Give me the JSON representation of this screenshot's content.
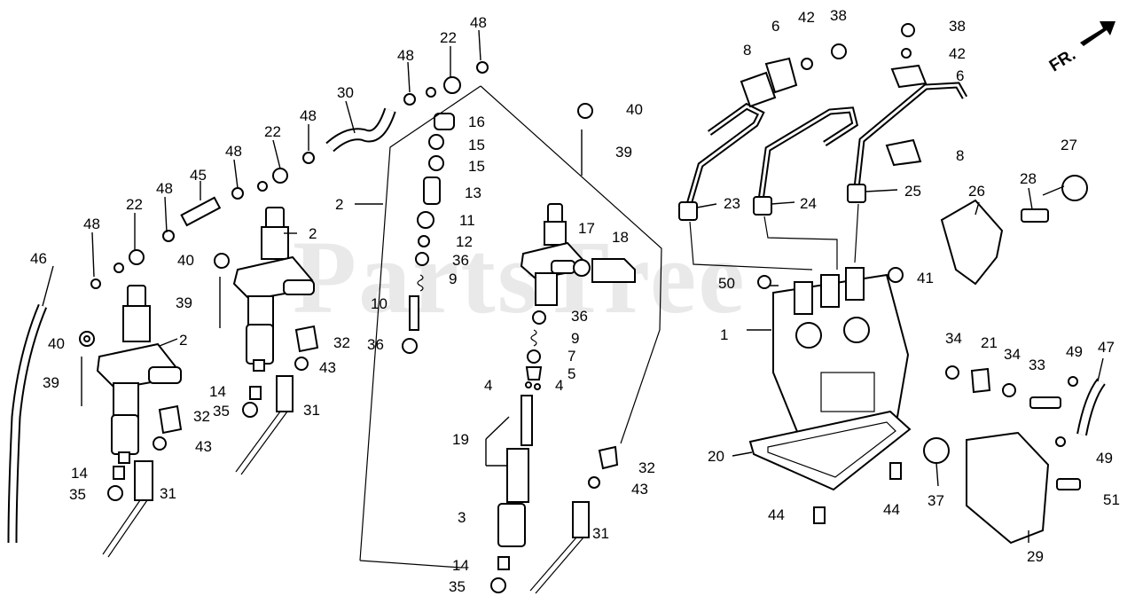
{
  "watermark": "PartsTree",
  "direction_label": "FR.",
  "callouts": {
    "c1": "1",
    "c2a": "2",
    "c2b": "2",
    "c2c": "2",
    "c3": "3",
    "c4a": "4",
    "c4b": "4",
    "c5": "5",
    "c6a": "6",
    "c6b": "6",
    "c7": "7",
    "c8a": "8",
    "c8b": "8",
    "c9a": "9",
    "c9b": "9",
    "c10": "10",
    "c11": "11",
    "c12": "12",
    "c13": "13",
    "c14a": "14",
    "c14b": "14",
    "c14c": "14",
    "c15a": "15",
    "c15b": "15",
    "c16": "16",
    "c17": "17",
    "c18": "18",
    "c19": "19",
    "c20": "20",
    "c21": "21",
    "c22a": "22",
    "c22b": "22",
    "c22c": "22",
    "c23": "23",
    "c24": "24",
    "c25": "25",
    "c26": "26",
    "c27": "27",
    "c28": "28",
    "c29": "29",
    "c30": "30",
    "c31a": "31",
    "c31b": "31",
    "c31c": "31",
    "c32a": "32",
    "c32b": "32",
    "c32c": "32",
    "c33": "33",
    "c34a": "34",
    "c34b": "34",
    "c35a": "35",
    "c35b": "35",
    "c35c": "35",
    "c36a": "36",
    "c36b": "36",
    "c36c": "36",
    "c37": "37",
    "c38a": "38",
    "c38b": "38",
    "c39a": "39",
    "c39b": "39",
    "c39c": "39",
    "c40a": "40",
    "c40b": "40",
    "c40c": "40",
    "c41": "41",
    "c42a": "42",
    "c42b": "42",
    "c43a": "43",
    "c43b": "43",
    "c43c": "43",
    "c44a": "44",
    "c44b": "44",
    "c45": "45",
    "c46": "46",
    "c47": "47",
    "c48a": "48",
    "c48b": "48",
    "c48c": "48",
    "c48d": "48",
    "c48e": "48",
    "c48f": "48",
    "c49a": "49",
    "c49b": "49",
    "c50": "50",
    "c51": "51"
  }
}
